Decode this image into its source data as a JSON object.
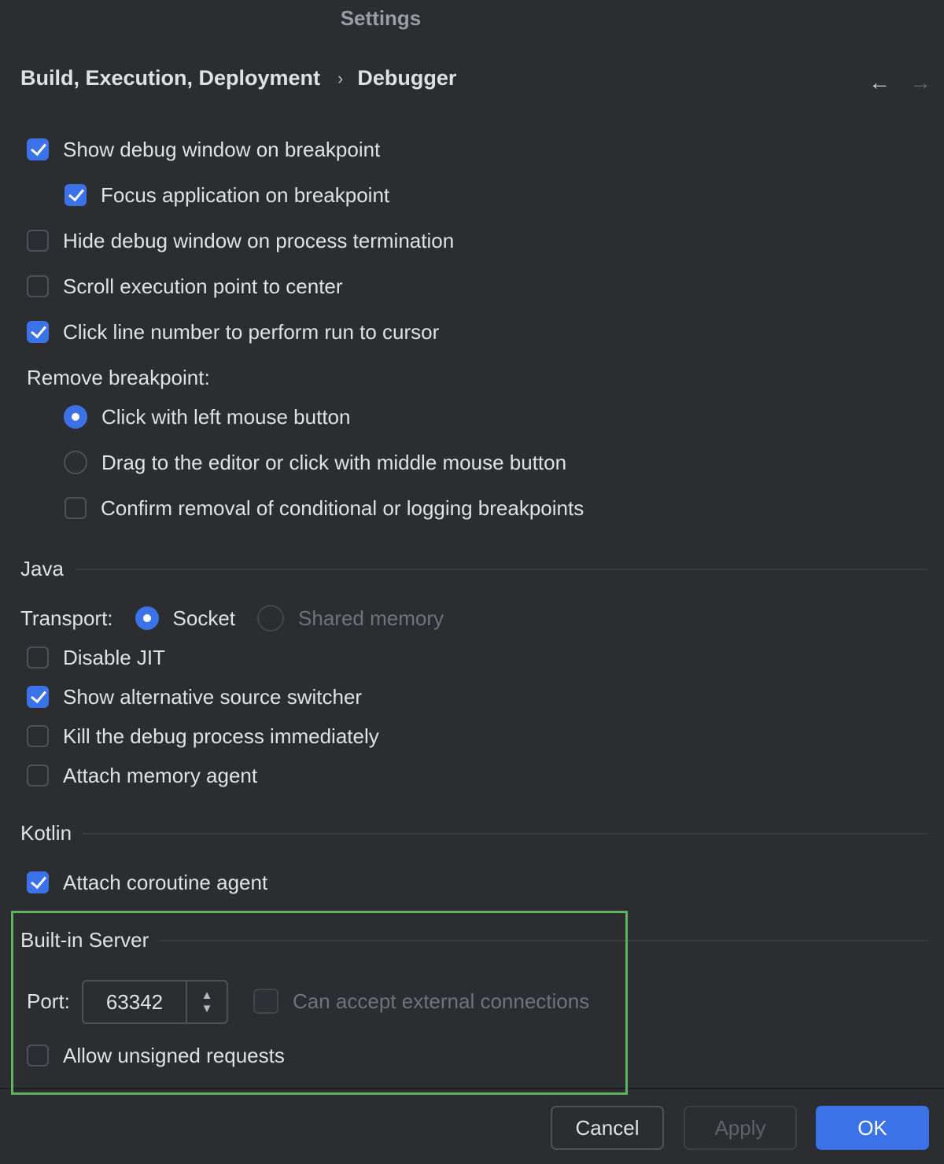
{
  "window": {
    "title": "Settings"
  },
  "breadcrumb": {
    "parent": "Build, Execution, Deployment",
    "separator": "›",
    "current": "Debugger"
  },
  "nav": {
    "back": "←",
    "forward": "→"
  },
  "general": {
    "show_debug_window": {
      "label": "Show debug window on breakpoint",
      "checked": true
    },
    "focus_application": {
      "label": "Focus application on breakpoint",
      "checked": true
    },
    "hide_debug_window": {
      "label": "Hide debug window on process termination",
      "checked": false
    },
    "scroll_execution": {
      "label": "Scroll execution point to center",
      "checked": false
    },
    "click_line_number": {
      "label": "Click line number to perform run to cursor",
      "checked": true
    },
    "remove_breakpoint_label": "Remove breakpoint:",
    "remove_left": {
      "label": "Click with left mouse button",
      "selected": true
    },
    "remove_drag": {
      "label": "Drag to the editor or click with middle mouse button",
      "selected": false
    },
    "confirm_removal": {
      "label": "Confirm removal of conditional or logging breakpoints",
      "checked": false
    }
  },
  "java": {
    "section": "Java",
    "transport_label": "Transport:",
    "socket": "Socket",
    "shared_memory": "Shared memory",
    "disable_jit": "Disable JIT",
    "alt_source_switcher": "Show alternative source switcher",
    "kill_immediately": "Kill the debug process immediately",
    "attach_memory_agent": "Attach memory agent"
  },
  "kotlin": {
    "section": "Kotlin",
    "attach_coroutine_agent": "Attach coroutine agent"
  },
  "server": {
    "section": "Built-in Server",
    "port_label": "Port:",
    "port_value": "63342",
    "external_connections": "Can accept external connections",
    "allow_unsigned": "Allow unsigned requests"
  },
  "buttons": {
    "cancel": "Cancel",
    "apply": "Apply",
    "ok": "OK"
  },
  "colors": {
    "background": "#2b2d30",
    "accent": "#3b72e8",
    "highlight": "#5fb35f"
  }
}
